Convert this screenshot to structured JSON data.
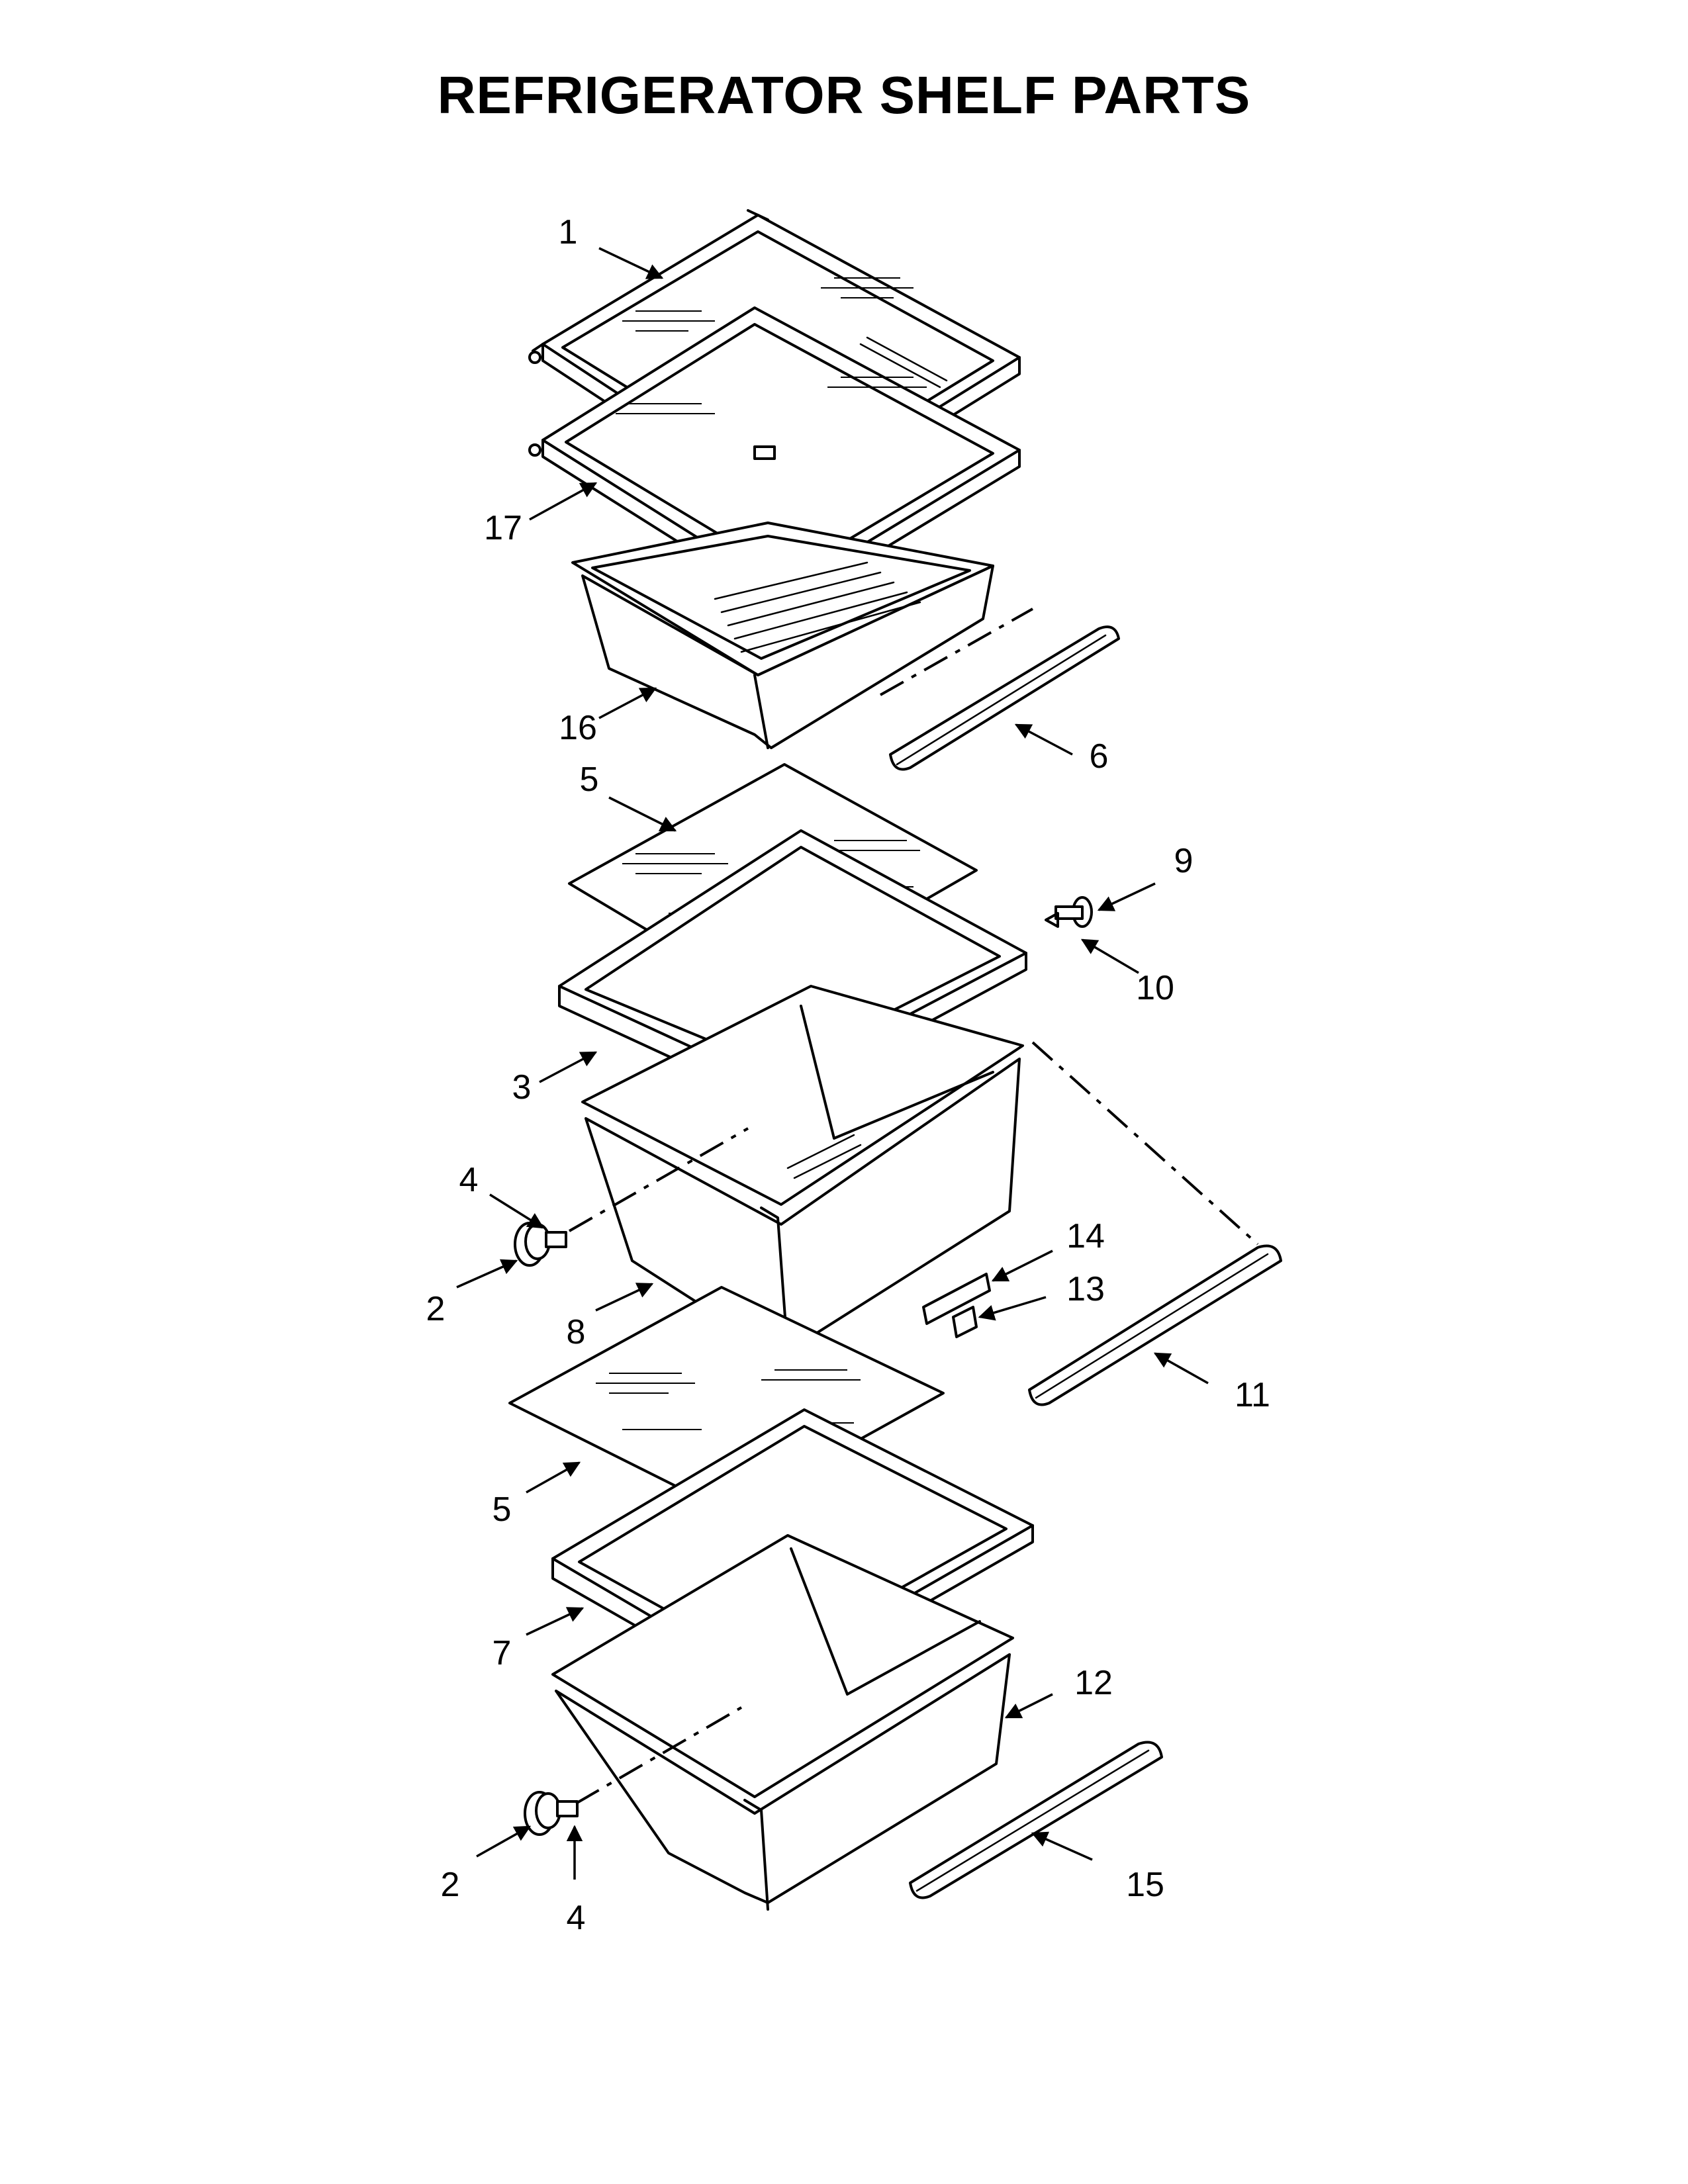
{
  "title": "REFRIGERATOR SHELF PARTS",
  "callouts": {
    "c1": "1",
    "c17": "17",
    "c16": "16",
    "c6": "6",
    "c5a": "5",
    "c9": "9",
    "c10": "10",
    "c3": "3",
    "c4a": "4",
    "c14": "14",
    "c13": "13",
    "c2a": "2",
    "c8": "8",
    "c11": "11",
    "c5b": "5",
    "c7": "7",
    "c12": "12",
    "c2b": "2",
    "c15": "15",
    "c4b": "4"
  }
}
